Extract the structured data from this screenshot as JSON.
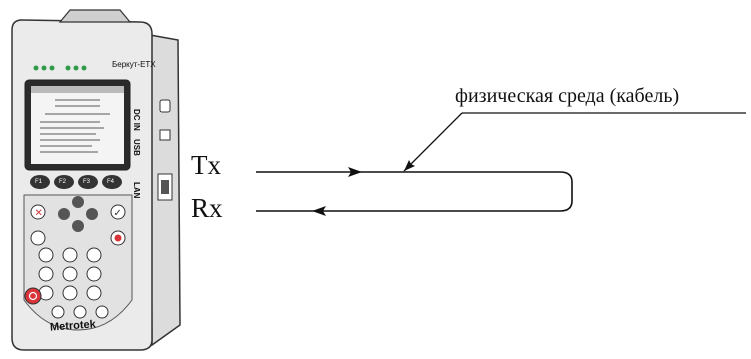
{
  "diagram": {
    "labels": {
      "tx": "Tx",
      "rx": "Rx",
      "medium": "физическая среда (кабель)"
    },
    "device": {
      "brand": "Metrotek",
      "model": "Беркут-ETX",
      "ports": {
        "dc_in": "DC IN",
        "usb": "USB",
        "lan": "LAN"
      },
      "function_keys": [
        "F1",
        "F2",
        "F3",
        "F4"
      ]
    },
    "colors": {
      "line": "#111111",
      "device_body": "#e9e9e9",
      "device_outline": "#333333",
      "screen": "#f4f4f4",
      "power_button": "#d9343a",
      "led": "#2e9a4a"
    }
  }
}
